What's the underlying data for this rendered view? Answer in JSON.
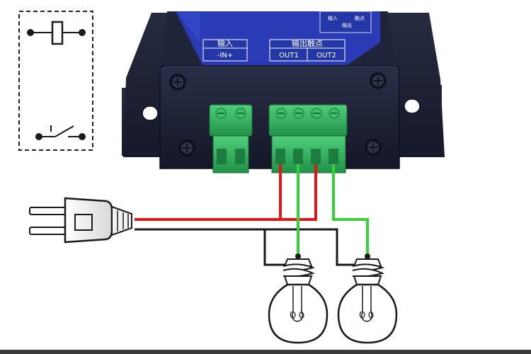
{
  "device": {
    "input_header": "输入",
    "input_polarity": "-IN+",
    "output_header": "输出触点",
    "out1_label": "OUT1",
    "out2_label": "OUT2",
    "corner_text_1": "输入",
    "corner_text_2": "输出",
    "corner_text_3": "触点"
  },
  "colors": {
    "body": "#1b1f33",
    "panel": "#2a3bb5",
    "terminal": "#2fae5a",
    "wire_live": "#e01515",
    "wire_neutral": "#1a1a1a",
    "wire_switched": "#38d13a"
  },
  "icons": {
    "relay_symbol": "relay-coil-and-switch-icon",
    "plug": "power-plug-icon",
    "bulbs": "light-bulb-icon"
  }
}
